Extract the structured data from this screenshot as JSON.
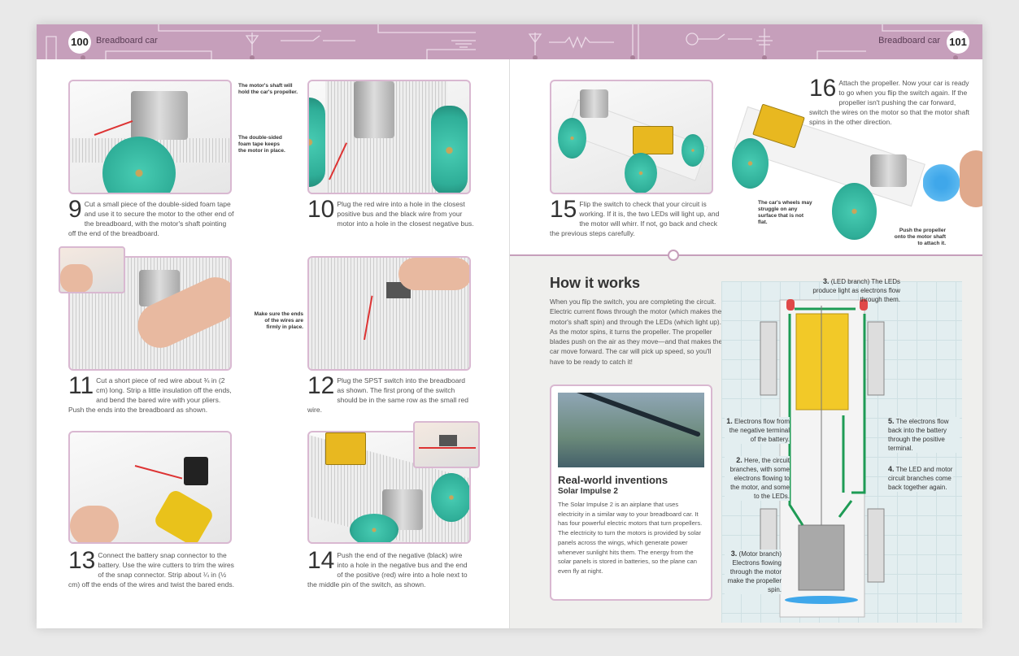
{
  "header": {
    "left_page_number": "100",
    "left_title": "Breadboard car",
    "right_page_number": "101",
    "right_title": "Breadboard car",
    "accent_color": "#c69fbb"
  },
  "steps": [
    {
      "number": "9",
      "text": "Cut a small piece of the double-sided foam tape and use it to secure the motor to the other end of the breadboard, with the motor's shaft pointing off the end of the breadboard.",
      "callouts": [
        "The motor's shaft will hold the car's propeller.",
        "The double-sided foam tape keeps the motor in place."
      ]
    },
    {
      "number": "10",
      "text": "Plug the red wire into a hole in the closest positive bus and the black wire from your motor into a hole in the closest negative bus."
    },
    {
      "number": "11",
      "text": "Cut a short piece of red wire about ¾ in (2 cm) long. Strip a little insulation off the ends, and bend the bared wire with your pliers. Push the ends into the breadboard as shown."
    },
    {
      "number": "12",
      "text": "Plug the SPST switch into the breadboard as shown. The first prong of the switch should be in the same row as the small red wire.",
      "callouts": [
        "Make sure the ends of the wires are firmly in place."
      ]
    },
    {
      "number": "13",
      "text": "Connect the battery snap connector to the battery. Use the wire cutters to trim the wires of the snap connector. Strip about ¼ in (½ cm) off the ends of the wires and twist the bared ends."
    },
    {
      "number": "14",
      "text": "Push the end of the negative (black) wire into a hole in the negative bus and the end of the positive (red) wire into a hole next to the middle pin of the switch, as shown."
    },
    {
      "number": "15",
      "text": "Flip the switch to check that your circuit is working. If it is, the two LEDs will light up, and the motor will whirr. If not, go back and check the previous steps carefully."
    },
    {
      "number": "16",
      "text": "Attach the propeller. Now your car is ready to go when you flip the switch again. If the propeller isn't pushing the car forward, switch the wires on the motor so that the motor shaft spins in the other direction.",
      "callouts": [
        "The car's wheels may struggle on any surface that is not flat.",
        "Push the propeller onto the motor shaft to attach it."
      ]
    }
  ],
  "how_it_works": {
    "title": "How it works",
    "body": "When you flip the switch, you are completing the circuit. Electric current flows through the motor (which makes the motor's shaft spin) and through the LEDs (which light up). As the motor spins, it turns the propeller. The propeller blades push on the air as they move—and that makes the car move forward. The car will pick up speed, so you'll have to be ready to catch it!",
    "diagram_labels": [
      {
        "n": "3.",
        "text": "(LED branch) The LEDs produce light as electrons flow through them."
      },
      {
        "n": "1.",
        "text": "Electrons flow from the negative terminal of the battery."
      },
      {
        "n": "2.",
        "text": "Here, the circuit branches, with some electrons flowing to the motor, and some to the LEDs."
      },
      {
        "n": "3.",
        "text": "(Motor branch) Electrons flowing through the motor make the propeller spin."
      },
      {
        "n": "5.",
        "text": "The electrons flow back into the battery through the positive terminal."
      },
      {
        "n": "4.",
        "text": "The LED and motor circuit branches come back together again."
      }
    ]
  },
  "real_world": {
    "title": "Real-world inventions",
    "subtitle": "Solar Impulse 2",
    "body": "The Solar Impulse 2 is an airplane that uses electricity in a similar way to your breadboard car. It has four powerful electric motors that turn propellers. The electricity to turn the motors is provided by solar panels across the wings, which generate power whenever sunlight hits them. The energy from the solar panels is stored in batteries, so the plane can even fly at night."
  }
}
